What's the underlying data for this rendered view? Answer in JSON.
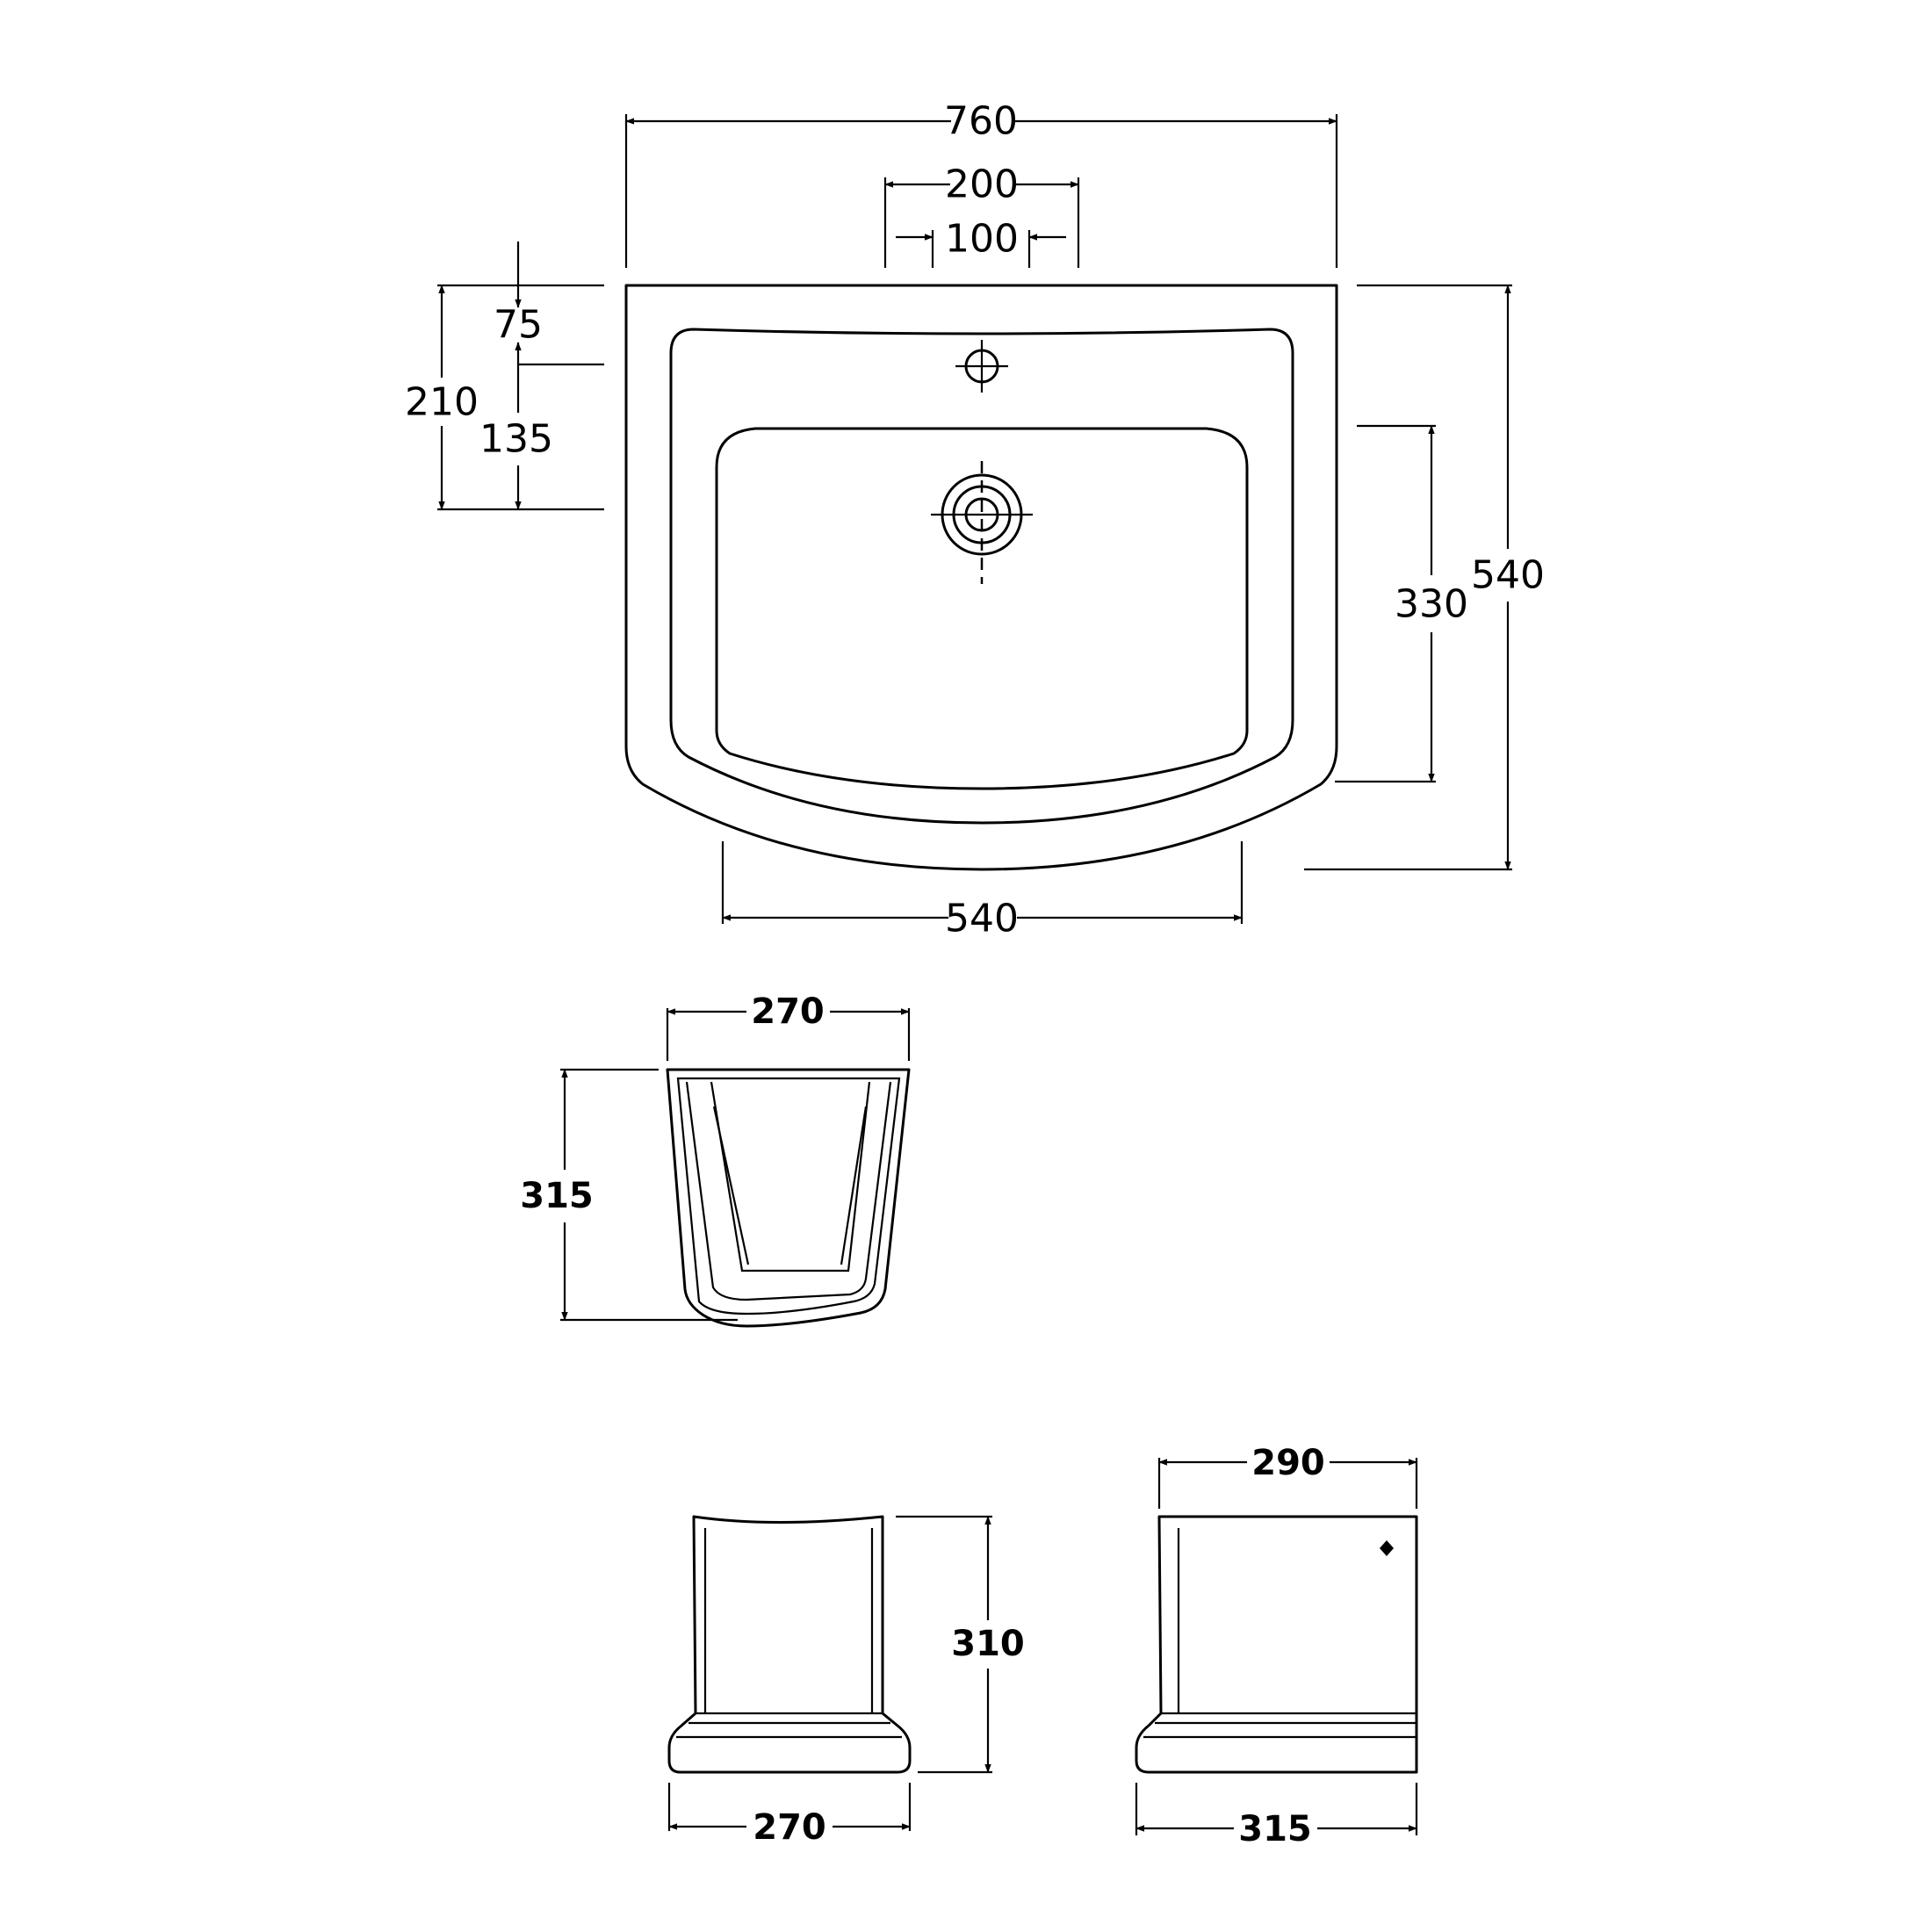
{
  "dimensions": {
    "basin_width": "760",
    "tap_centers_outer": "200",
    "tap_centers_inner": "100",
    "back_to_tap": "75",
    "tap_to_waste": "135",
    "back_to_waste": "210",
    "bowl_depth": "330",
    "basin_depth": "540",
    "bowl_width": "540",
    "semi_pedestal_width": "270",
    "semi_pedestal_height": "315",
    "pedestal_front_height": "310",
    "pedestal_front_width": "270",
    "pedestal_side_top_width": "290",
    "pedestal_side_base_width": "315"
  }
}
